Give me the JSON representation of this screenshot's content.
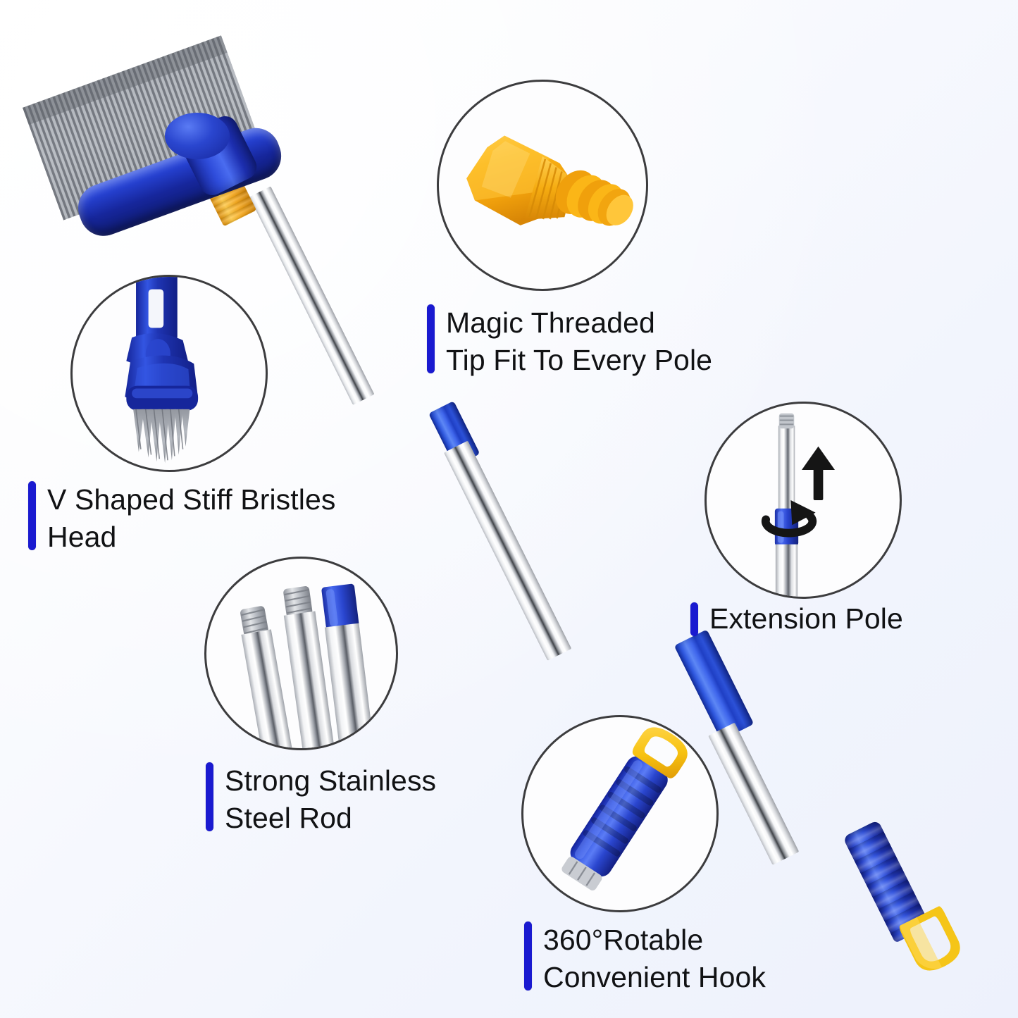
{
  "page": {
    "type": "product-infographic",
    "product": "extendable stainless steel wire scrub brush with telescoping pole",
    "background_color_start": "#ffffff",
    "background_color_end": "#edf1fc",
    "accent_color": "#1a1ad0",
    "circle_border_color": "#3c3c3e",
    "text_color": "#111214"
  },
  "callouts": [
    {
      "id": "magic-threaded-tip",
      "label": "Magic Threaded\nTip Fit To Every Pole",
      "icon": "yellow-threaded-tip-adapter",
      "colors": {
        "body": "#f7a81b",
        "highlight": "#ffc845",
        "shadow": "#d98a07"
      }
    },
    {
      "id": "v-shaped-bristles",
      "label": "V Shaped Stiff Bristles\nHead",
      "icon": "blue-brush-head-with-swivel-joint",
      "colors": {
        "plastic": "#1d2fb0",
        "bristles": "#8d9199"
      }
    },
    {
      "id": "stainless-steel-rod",
      "label": "Strong Stainless\nSteel Rod",
      "icon": "three-steel-rod-segments",
      "colors": {
        "steel": "#dfe2e6",
        "collar": "#2f58e0"
      }
    },
    {
      "id": "extension-pole",
      "label": "Extension Pole",
      "icon": "pole-with-twist-lock-and-arrows",
      "colors": {
        "collar": "#2f58e0",
        "arrow": "#111111"
      }
    },
    {
      "id": "rotatable-hook",
      "label": "360°Rotable\nConvenient Hook",
      "icon": "blue-grip-with-yellow-hanging-loop",
      "colors": {
        "grip": "#1d2fb0",
        "loop": "#f5c518"
      }
    }
  ],
  "product_parts": {
    "brush_head": {
      "name": "wire brush head",
      "plastic_color": "#1d2fb0",
      "bristle_color": "#8d9199"
    },
    "yellow_connector": {
      "name": "threaded tip connector",
      "color": "#f5a81b"
    },
    "pole": {
      "name": "telescoping stainless steel pole",
      "color": "#e6e8ec"
    },
    "upper_collar": {
      "name": "upper twist lock collar",
      "color": "#2f58e0"
    },
    "lower_collar": {
      "name": "lower twist lock joint",
      "color": "#2f58e0"
    },
    "grip": {
      "name": "ribbed rubber grip",
      "color": "#1d2fb0"
    },
    "hook_loop": {
      "name": "hanging hook loop",
      "color": "#f5c518"
    }
  }
}
